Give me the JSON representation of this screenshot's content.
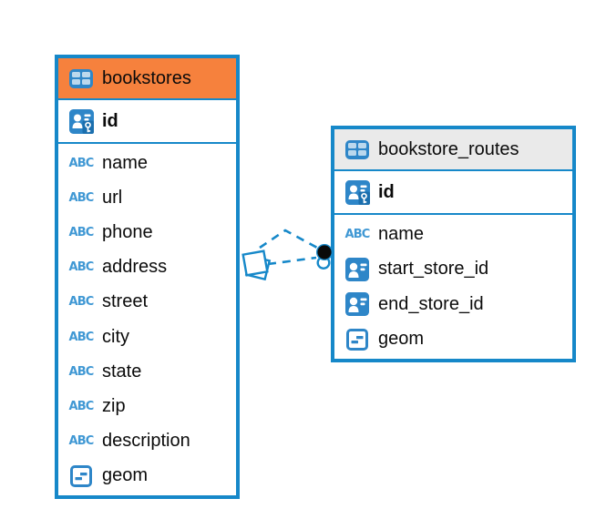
{
  "colors": {
    "accent_blue": "#1688C9",
    "icon_blue": "#2E86C8",
    "abc_blue": "#4098D4",
    "header_orange": "#F6813D",
    "header_gray": "#EAEAEA",
    "key_badge_blue": "#1B6FAE",
    "text": "#0B0B0B",
    "relation_dot_black": "#0A0A0A",
    "canvas_bg": "#FFFFFF"
  },
  "icons": {
    "text_type_label": "ABC",
    "table_icon": "table-grid-icon",
    "primary_key_icon": "person-key-icon",
    "foreign_key_icon": "person-card-icon",
    "geometry_icon": "geometry-square-icon"
  },
  "tables": [
    {
      "name": "bookstores",
      "header_style": "orange",
      "primary_key": {
        "name": "id",
        "icon": "person-key-icon"
      },
      "columns": [
        {
          "name": "name",
          "type": "text",
          "icon": "text-type-icon"
        },
        {
          "name": "url",
          "type": "text",
          "icon": "text-type-icon"
        },
        {
          "name": "phone",
          "type": "text",
          "icon": "text-type-icon"
        },
        {
          "name": "address",
          "type": "text",
          "icon": "text-type-icon"
        },
        {
          "name": "street",
          "type": "text",
          "icon": "text-type-icon"
        },
        {
          "name": "city",
          "type": "text",
          "icon": "text-type-icon"
        },
        {
          "name": "state",
          "type": "text",
          "icon": "text-type-icon"
        },
        {
          "name": "zip",
          "type": "text",
          "icon": "text-type-icon"
        },
        {
          "name": "description",
          "type": "text",
          "icon": "text-type-icon"
        },
        {
          "name": "geom",
          "type": "geometry",
          "icon": "geometry-type-icon"
        }
      ]
    },
    {
      "name": "bookstore_routes",
      "header_style": "gray",
      "primary_key": {
        "name": "id",
        "icon": "person-key-icon"
      },
      "columns": [
        {
          "name": "name",
          "type": "text",
          "icon": "text-type-icon"
        },
        {
          "name": "start_store_id",
          "type": "fk",
          "icon": "person-card-icon"
        },
        {
          "name": "end_store_id",
          "type": "fk",
          "icon": "person-card-icon"
        },
        {
          "name": "geom",
          "type": "geometry",
          "icon": "geometry-type-icon"
        }
      ]
    }
  ],
  "relationships": [
    {
      "from": "bookstores",
      "to": "bookstore_routes",
      "style": "dashed"
    },
    {
      "from": "bookstores",
      "to": "bookstore_routes",
      "style": "dashed"
    }
  ]
}
